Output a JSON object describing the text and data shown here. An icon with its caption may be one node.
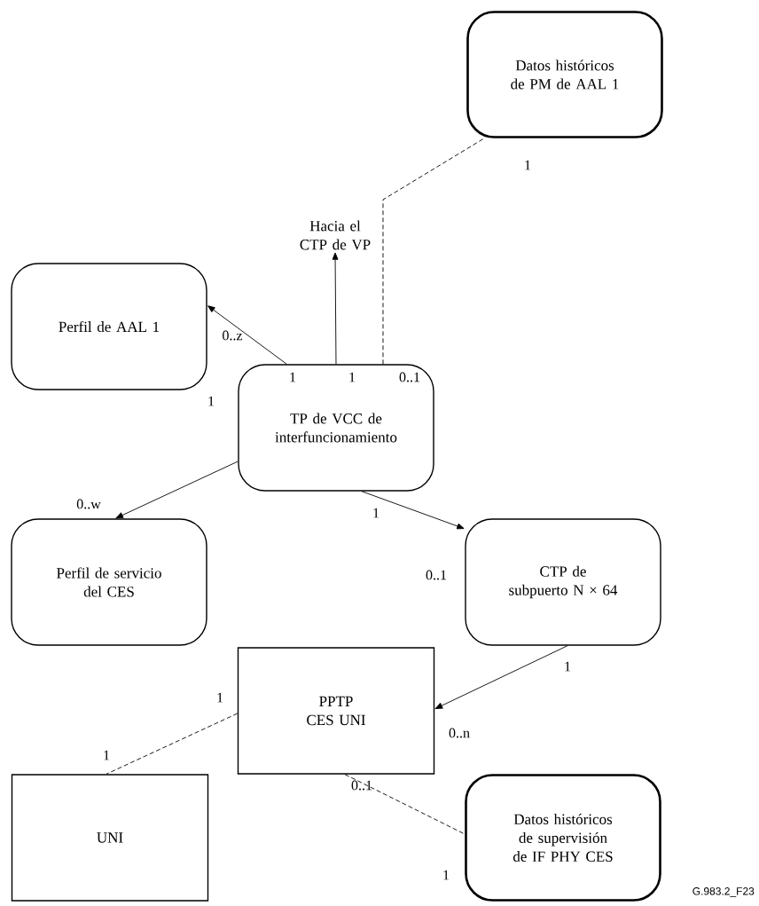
{
  "diagram": {
    "caption": "G.983.2_F23",
    "nodes": [
      {
        "text": [
          "Datos históricos de PM de AAL 1"
        ]
      },
      {
        "text": [
          "Hacia el CTP de VP"
        ]
      },
      {
        "text": [
          "Perfil de AAL 1"
        ]
      },
      {
        "text": [
          "TP de VCC de interfuncionamiento"
        ]
      },
      {
        "text": [
          "Perfil de servicio del CES"
        ]
      },
      {
        "text": [
          "CTP de subpuerto N × 64"
        ]
      },
      {
        "text": [
          "PPTP CES UNI"
        ]
      },
      {
        "text": [
          "UNI"
        ]
      },
      {
        "text": [
          "Datos históricos de supervisión de IF PHY CES"
        ]
      }
    ],
    "edges": [
      {
        "from": 3,
        "to": 2,
        "arrow": "to"
      },
      {
        "from": 3,
        "to": 1,
        "arrow": "to"
      },
      {
        "from": 3,
        "to": 0,
        "arrow": "none",
        "style": "dashed"
      },
      {
        "from": 3,
        "to": 4,
        "arrow": "to"
      },
      {
        "from": 3,
        "to": 5,
        "arrow": "to"
      },
      {
        "from": 5,
        "to": 6,
        "arrow": "to"
      },
      {
        "from": 6,
        "to": 7,
        "arrow": "none",
        "style": "dashed"
      },
      {
        "from": 6,
        "to": 8,
        "arrow": "none",
        "style": "dashed"
      }
    ],
    "labels": [
      "1",
      "0..z",
      "1",
      "1",
      "0..1",
      "1",
      "0..w",
      "1",
      "0..1",
      "1",
      "1",
      "0..n",
      "1",
      "0..1",
      "1"
    ]
  }
}
